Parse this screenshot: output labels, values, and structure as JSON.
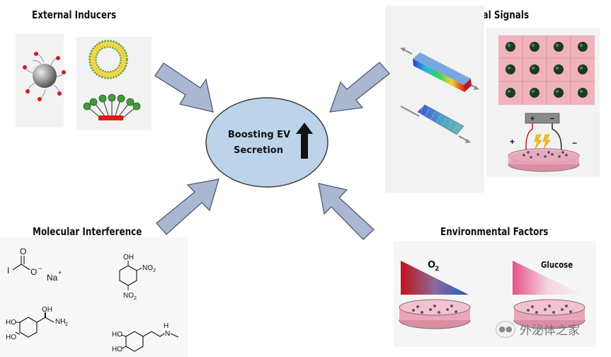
{
  "center": {
    "line1": "Boosting EV",
    "line2": "Secretion"
  },
  "quadrants": {
    "external": {
      "title": "External Inducers"
    },
    "physical": {
      "title": "Physical Signals"
    },
    "molecular": {
      "title": "Molecular Interference"
    },
    "environmental": {
      "title": "Environmental Factors"
    }
  },
  "labels": {
    "o2": "O",
    "o2_sub": "2",
    "glucose": "Glucose",
    "electrode_plus": "+",
    "electrode_minus": "−",
    "battery_plus": "+",
    "battery_minus": "−",
    "left_plus": "+",
    "right_minus": "−"
  },
  "molecules": {
    "iodoacetate": {
      "i": "I",
      "o_top": "O",
      "o_minus": "O",
      "minus": "−",
      "na": "Na",
      "plus": "+"
    },
    "dinitrophenol": {
      "oh": "OH",
      "no2_a": "NO",
      "no2_a_sub": "2",
      "no2_b": "NO",
      "no2_b_sub": "2"
    },
    "norepinephrine": {
      "ho1": "HO",
      "ho2": "HO",
      "oh": "OH",
      "nh2": "NH",
      "nh2_sub": "2"
    },
    "n_methyldopamine": {
      "ho1": "HO",
      "ho2": "HO",
      "h": "H",
      "n": "N"
    }
  },
  "watermark": {
    "text": "外泌体之家",
    "icon": "wechat-icon"
  },
  "colors": {
    "ellipse_fill": "#bcd3ea",
    "arrow_fill": "#a9b7d0",
    "arrow_stroke": "#4e5a74"
  }
}
